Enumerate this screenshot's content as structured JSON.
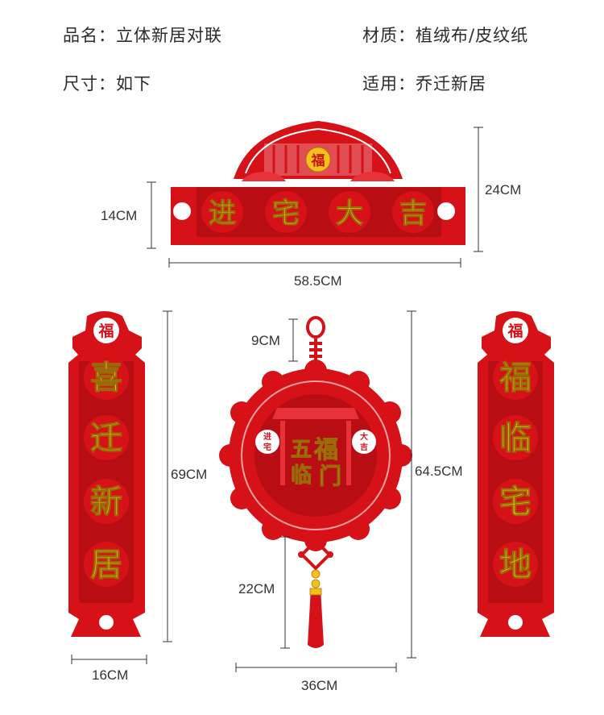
{
  "specs": {
    "name": "品名：立体新居对联",
    "material": "材质：植绒布/皮纹纸",
    "size": "尺寸：如下",
    "use": "适用：乔迁新居"
  },
  "banner": {
    "chars": [
      "进",
      "宅",
      "大",
      "吉"
    ],
    "emblem": "福",
    "height_label": "14CM",
    "total_height_label": "24CM",
    "width_label": "58.5CM"
  },
  "left_couplet": {
    "chars": [
      "喜",
      "迁",
      "新",
      "居"
    ],
    "emblem": "福",
    "height_label": "69CM",
    "width_label": "16CM"
  },
  "right_couplet": {
    "chars": [
      "福",
      "临",
      "宅",
      "地"
    ],
    "emblem": "福"
  },
  "pendant": {
    "center_chars": [
      "福",
      "五",
      "临",
      "门"
    ],
    "side_left": [
      "进",
      "宅"
    ],
    "side_right": [
      "大",
      "吉"
    ],
    "loop_label": "9CM",
    "tassel_label": "22CM",
    "total_label": "64.5CM",
    "width_label": "36CM"
  }
}
